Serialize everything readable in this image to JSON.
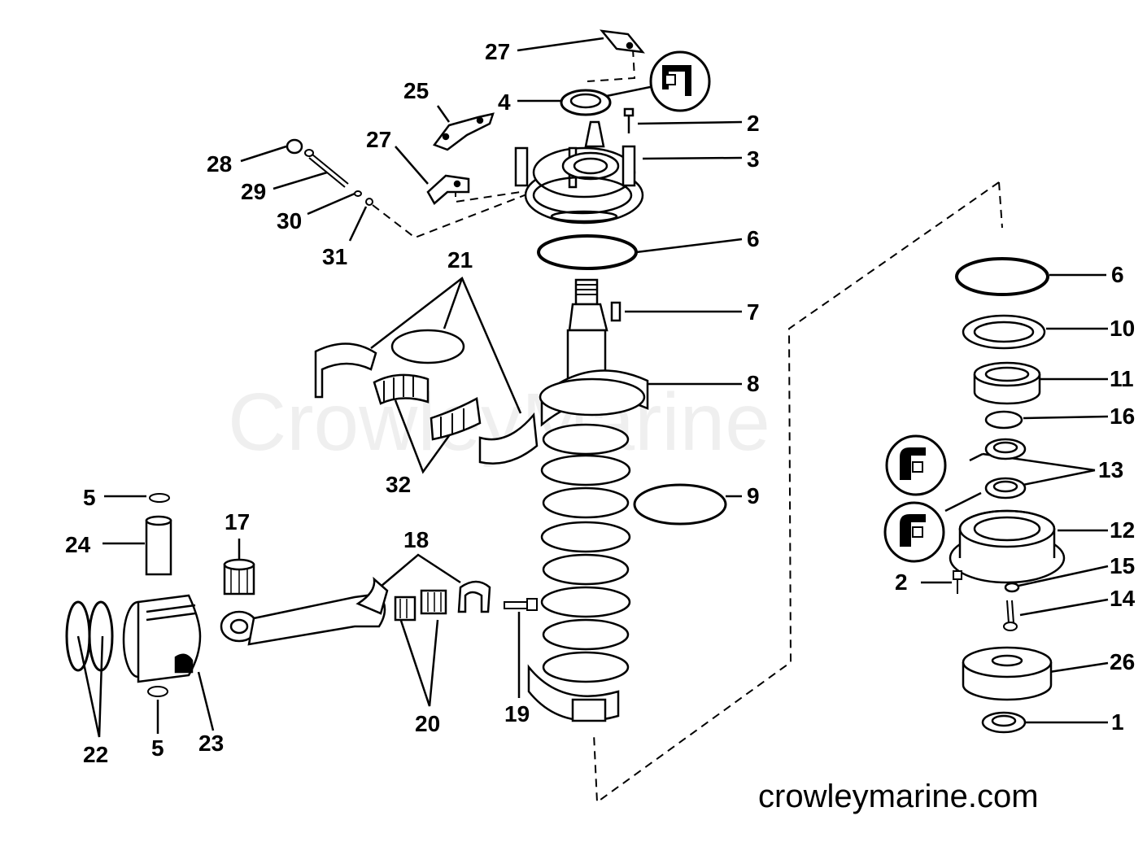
{
  "labels": [
    {
      "text": "27"
    },
    {
      "text": "25"
    },
    {
      "text": "4"
    },
    {
      "text": "2"
    },
    {
      "text": "27"
    },
    {
      "text": "3"
    },
    {
      "text": "28"
    },
    {
      "text": "29"
    },
    {
      "text": "30"
    },
    {
      "text": "31"
    },
    {
      "text": "6"
    },
    {
      "text": "21"
    },
    {
      "text": "7"
    },
    {
      "text": "8"
    },
    {
      "text": "32"
    },
    {
      "text": "9"
    },
    {
      "text": "5"
    },
    {
      "text": "24"
    },
    {
      "text": "17"
    },
    {
      "text": "18"
    },
    {
      "text": "22"
    },
    {
      "text": "5"
    },
    {
      "text": "23"
    },
    {
      "text": "20"
    },
    {
      "text": "19"
    },
    {
      "text": "6"
    },
    {
      "text": "10"
    },
    {
      "text": "11"
    },
    {
      "text": "16"
    },
    {
      "text": "13"
    },
    {
      "text": "12"
    },
    {
      "text": "15"
    },
    {
      "text": "2"
    },
    {
      "text": "14"
    },
    {
      "text": "26"
    },
    {
      "text": "1"
    }
  ],
  "watermark": "CrowleyMarine",
  "footer": {
    "site": "crowleymarine.com"
  },
  "colors": {
    "ink": "#000000",
    "background": "#ffffff"
  }
}
